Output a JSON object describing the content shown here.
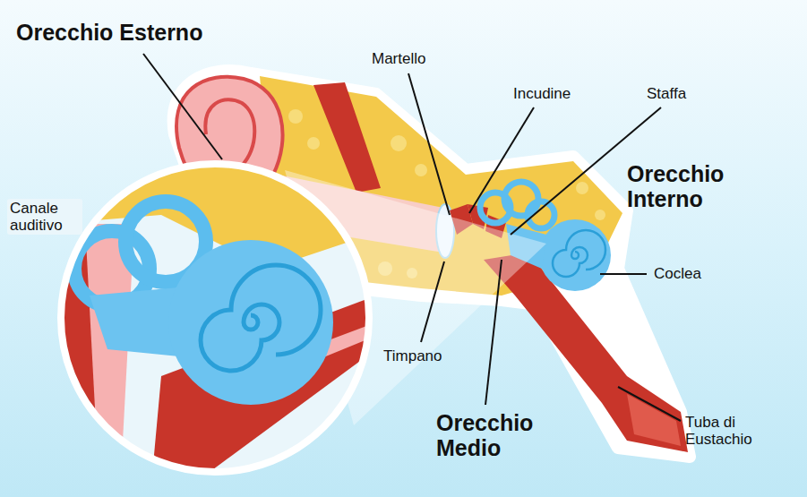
{
  "diagram": {
    "labels": [
      "Orecchio Esterno",
      "Martello",
      "Incudine",
      "Staffa",
      "Orecchio Interno",
      "Coclea",
      "Canale auditivo",
      "Timpano",
      "Orecchio Medio",
      "Tuba di Eustachio"
    ]
  }
}
